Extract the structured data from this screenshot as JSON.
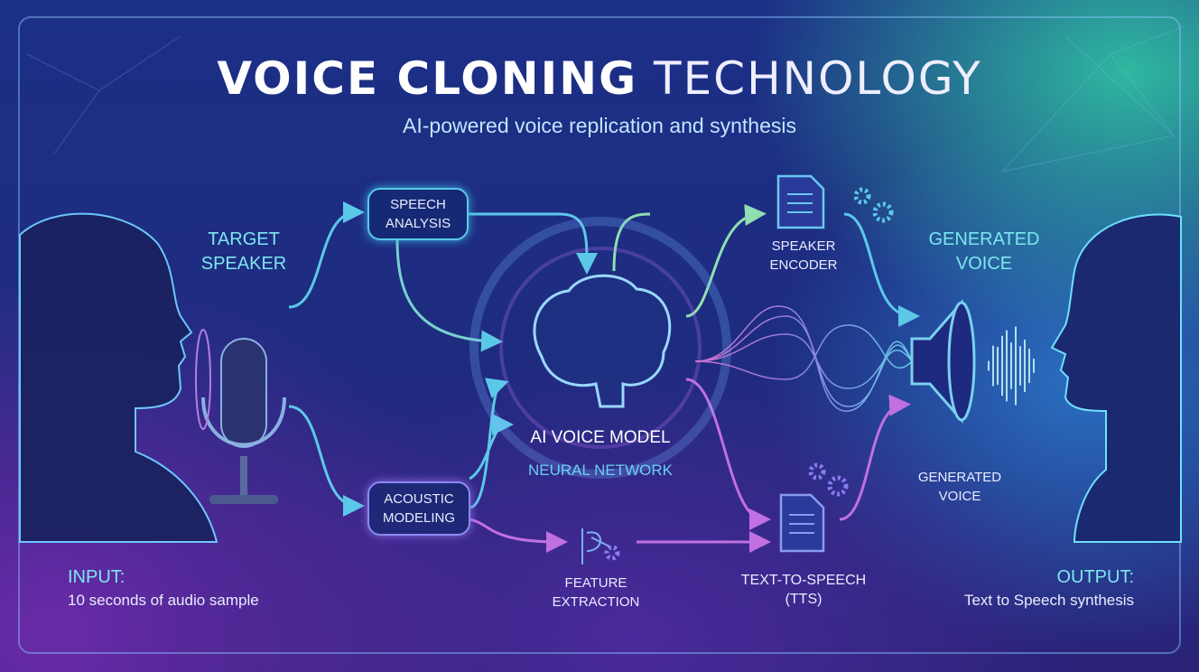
{
  "title": {
    "bold": "VOICE CLONING",
    "light": "TECHNOLOGY"
  },
  "subtitle": "AI-powered voice replication and synthesis",
  "target_speaker": [
    "TARGET",
    "SPEAKER"
  ],
  "speech_analysis": [
    "SPEECH",
    "ANALYSIS"
  ],
  "acoustic_modeling": [
    "ACOUSTIC",
    "MODELING"
  ],
  "ai_voice_model": "AI VOICE MODEL",
  "neural_network": "NEURAL NETWORK",
  "speaker_encoder": [
    "SPEAKER",
    "ENCODER"
  ],
  "generated_voice_top": [
    "GENERATED",
    "VOICE"
  ],
  "generated_voice_small": [
    "GENERATED",
    "VOICE"
  ],
  "feature_extraction": [
    "FEATURE",
    "EXTRACTION"
  ],
  "tts": [
    "TEXT-TO-SPEECH",
    "(TTS)"
  ],
  "input": {
    "label": "INPUT:",
    "text": "10 seconds of audio sample"
  },
  "output": {
    "label": "OUTPUT:",
    "text": "Text to Speech synthesis"
  },
  "colors": {
    "cyan": "#5cc8e8",
    "purple": "#b070e0",
    "green": "#8ee0a0"
  }
}
